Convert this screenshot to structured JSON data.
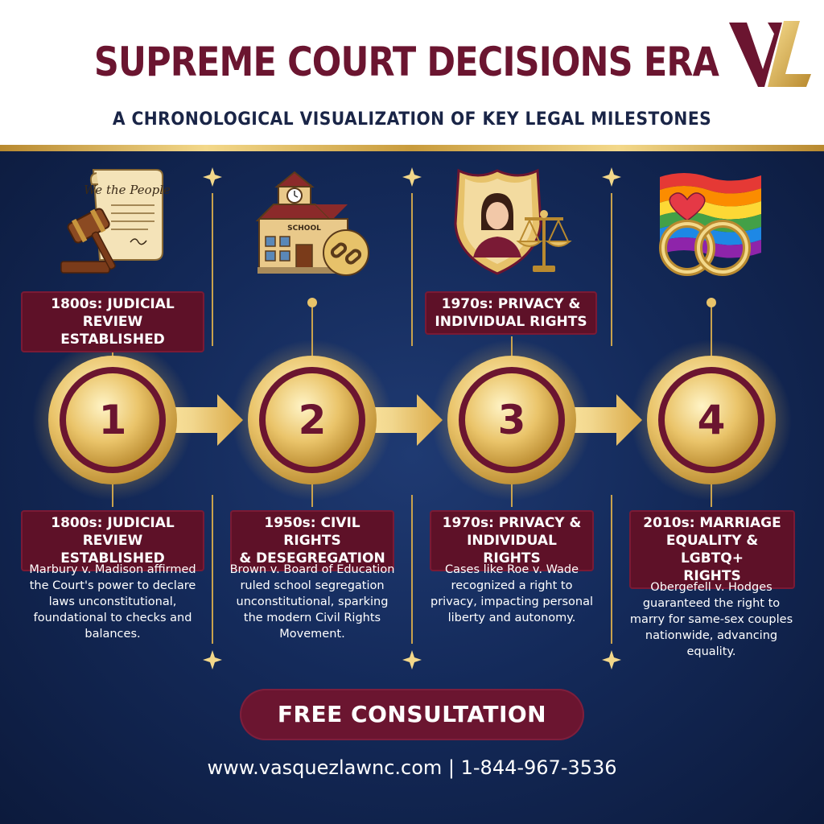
{
  "header": {
    "title": "SUPREME COURT DECISIONS ERA",
    "subtitle": "A CHRONOLOGICAL VISUALIZATION OF KEY LEGAL MILESTONES",
    "logo_text": "VL"
  },
  "icons": {
    "constitution_text": "We the People",
    "school_text": "SCHOOL"
  },
  "milestones": [
    {
      "number": "1",
      "top_label": "1800s: JUDICIAL\nREVIEW ESTABLISHED",
      "label": "1800s: JUDICIAL\nREVIEW ESTABLISHED",
      "description": "Marbury v. Madison affirmed the Court's power to declare laws unconstitutional, foundational to checks and balances.",
      "icon": "gavel-constitution-icon"
    },
    {
      "number": "2",
      "top_label": "",
      "label": "1950s: CIVIL RIGHTS\n& DESEGREGATION",
      "description": "Brown v. Board of Education ruled school segregation unconstitutional, sparking the modern Civil Rights Movement.",
      "icon": "school-broken-chain-icon"
    },
    {
      "number": "3",
      "top_label": "1970s: PRIVACY &\nINDIVIDUAL RIGHTS",
      "label": "1970s: PRIVACY &\nINDIVIDUAL RIGHTS",
      "description": "Cases like Roe v. Wade recognized a right to privacy, impacting personal liberty and autonomy.",
      "icon": "shield-scales-icon"
    },
    {
      "number": "4",
      "top_label": "",
      "label": "2010s: MARRIAGE\nEQUALITY & LGBTQ+\nRIGHTS",
      "description": "Obergefell v. Hodges guaranteed the right to marry for same-sex couples nationwide, advancing equality.",
      "icon": "rainbow-flag-rings-icon"
    }
  ],
  "cta": {
    "label": "FREE CONSULTATION"
  },
  "footer": {
    "contact": "www.vasquezlawnc.com | 1-844-967-3536"
  },
  "colors": {
    "maroon": "#6b1530",
    "navy": "#142a5a",
    "gold": "#e8c36a"
  }
}
